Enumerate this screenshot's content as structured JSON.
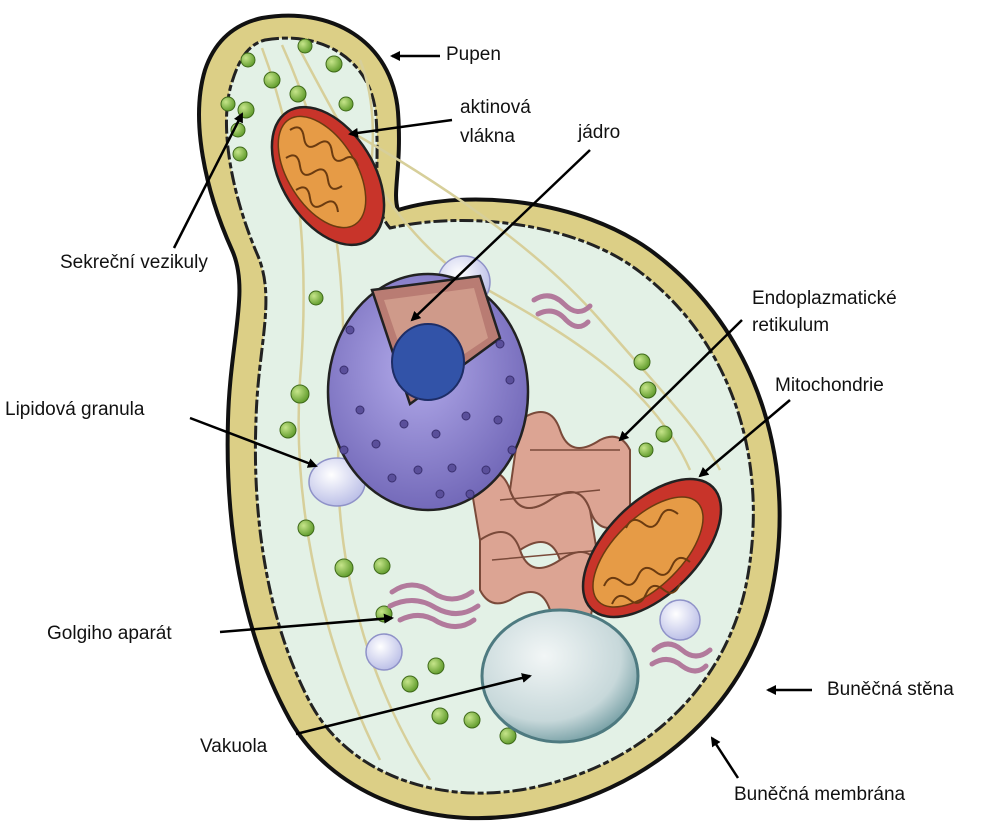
{
  "labels": {
    "pupen": "Pupen",
    "aktinova_1": "aktinová",
    "aktinova_2": "vlákna",
    "jadro": "jádro",
    "sekrecni": "Sekreční vezikuly",
    "endo_1": "Endoplazmatické",
    "endo_2": "retikulum",
    "mito": "Mitochondrie",
    "lipid": "Lipidová granula",
    "golgi": "Golgiho aparát",
    "stena": "Buněčná stěna",
    "vakuola": "Vakuola",
    "membrana": "Buněčná membrána"
  },
  "colors": {
    "wall": "#d8cf8a",
    "cytoplasm": "#dff0e4",
    "nucleus": "#8f86cf",
    "nucleolus": "#2f4fa0",
    "mito_outer": "#c8342a",
    "mito_inner": "#e08a35",
    "er": "#d9a090",
    "golgi": "#b0789a",
    "vacuole": "#b8cccf",
    "vesicle": "#8abf4a",
    "lipid": "#d6d8f2"
  }
}
